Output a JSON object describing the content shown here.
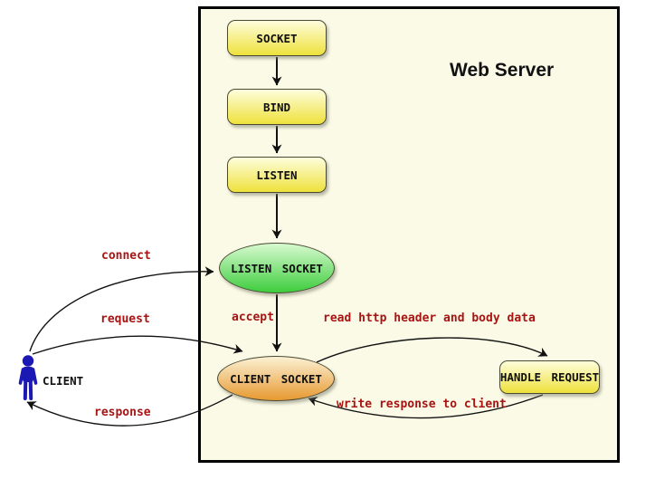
{
  "diagram": {
    "title": "Web Server",
    "actor_label": "CLIENT",
    "nodes": {
      "socket": "SOCKET",
      "bind": "BIND",
      "listen": "LISTEN",
      "listen_socket": "LISTEN SOCKET",
      "client_socket": "CLIENT SOCKET",
      "handle_request": "HANDLE REQUEST"
    },
    "edge_labels": {
      "connect": "connect",
      "request": "request",
      "response": "response",
      "accept": "accept",
      "read_http": "read http header and body data",
      "write_response": "write response to client"
    }
  },
  "colors": {
    "box-fill": "#FAFAE6",
    "box-border": "#000000",
    "node-yellow-top": "#FEFEDC",
    "node-yellow-bottom": "#EEE13C",
    "node-green-top": "#D8FAD0",
    "node-green-bottom": "#3DCD3D",
    "node-orange-top": "#FBF1D3",
    "node-orange-bottom": "#E79931",
    "node-border": "#4A4A35",
    "edge-label-red": "#A81414",
    "actor-blue": "#1B18B4",
    "arrow-black": "#111111"
  }
}
